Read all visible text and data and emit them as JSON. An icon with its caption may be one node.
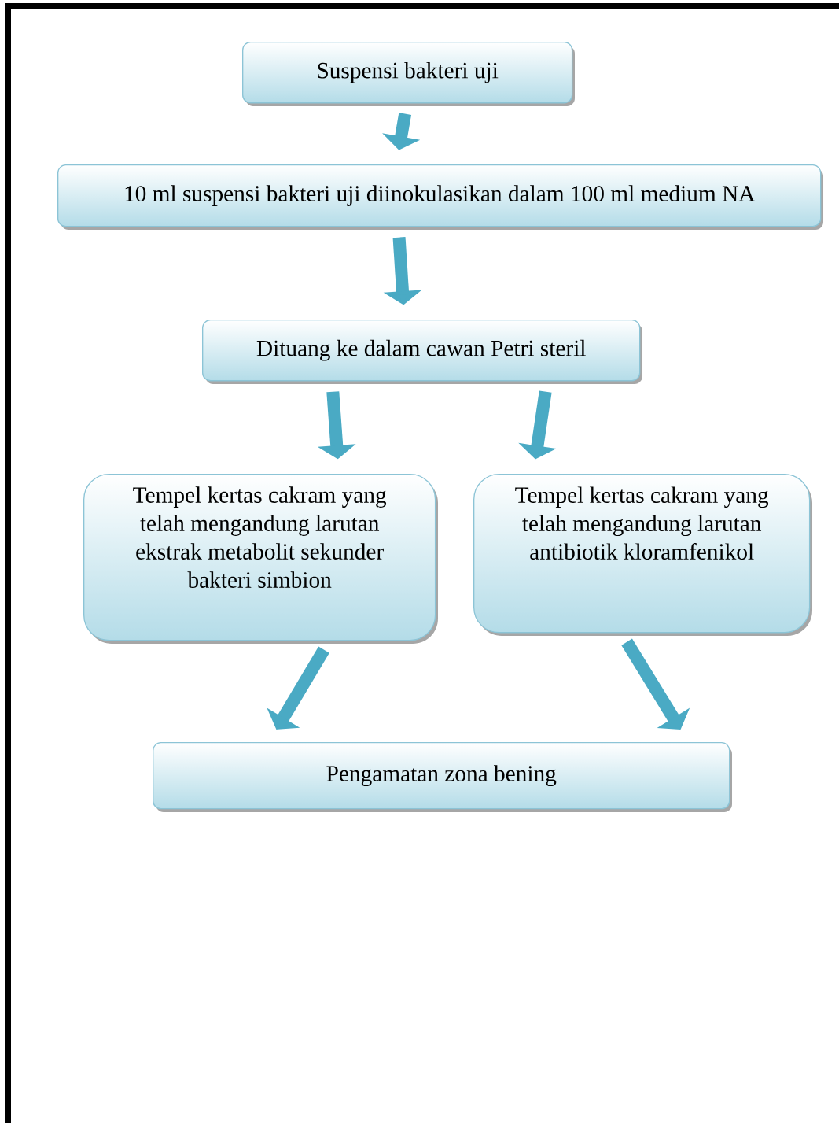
{
  "diagram": {
    "nodes": [
      {
        "text": [
          "Suspensi bakteri uji"
        ]
      },
      {
        "text": [
          "10 ml suspensi bakteri uji diinokulasikan dalam 100 ml medium NA"
        ]
      },
      {
        "text": [
          "Dituang ke dalam cawan Petri steril"
        ]
      },
      {
        "text": [
          "Tempel kertas cakram yang telah mengandung larutan ekstrak metabolit sekunder bakteri simbion"
        ]
      },
      {
        "text": [
          "Tempel kertas cakram yang telah mengandung larutan antibiotik kloramfenikol"
        ]
      },
      {
        "text": [
          "Pengamatan zona bening"
        ]
      }
    ],
    "edges": [
      {
        "from": 0,
        "to": 1,
        "arrow": "to"
      },
      {
        "from": 1,
        "to": 2,
        "arrow": "to"
      },
      {
        "from": 2,
        "to": 3,
        "arrow": "to"
      },
      {
        "from": 2,
        "to": 4,
        "arrow": "to"
      },
      {
        "from": 3,
        "to": 5,
        "arrow": "to"
      },
      {
        "from": 4,
        "to": 5,
        "arrow": "to"
      }
    ]
  }
}
